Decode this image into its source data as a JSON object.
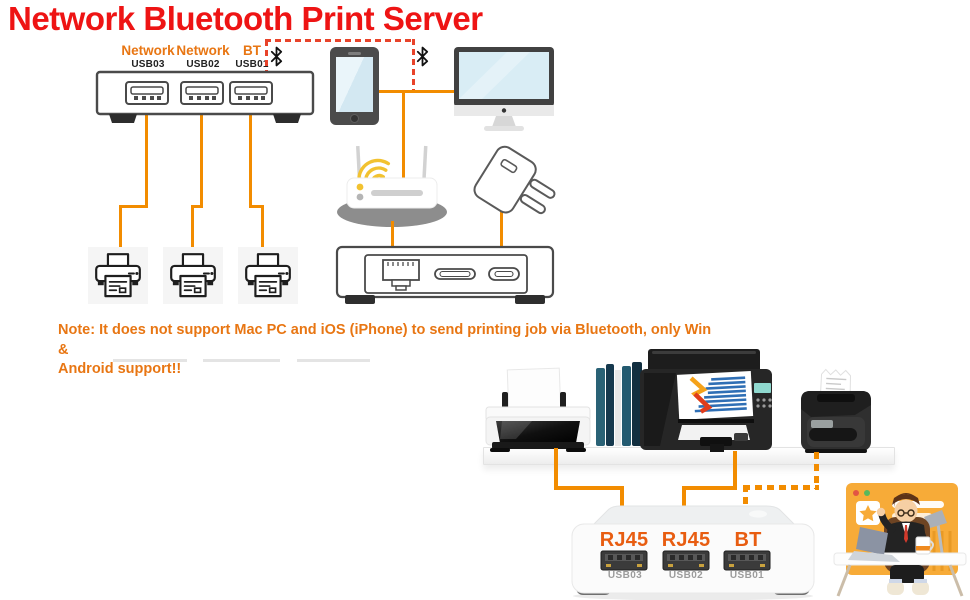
{
  "title": "Network Bluetooth Print Server",
  "colors": {
    "title_red": "#EE1414",
    "connector_orange": "#F28C00",
    "bluetooth_dashed_red": "#E8432A",
    "label_orange": "#E87613",
    "bottom_port_label_orange": "#E85D11",
    "usb_sublabel_gray": "#9C9C9C",
    "wifi_yellow": "#F2C230"
  },
  "top_device": {
    "ports": [
      {
        "type": "Network",
        "usb": "USB03"
      },
      {
        "type": "Network",
        "usb": "USB02"
      },
      {
        "type": "BT",
        "usb": "USB01"
      }
    ]
  },
  "note": {
    "line1": "Note: It does not support Mac PC and iOS (iPhone) to send printing job via Bluetooth, only Win &",
    "line2": "Android support!!"
  },
  "bottom_device": {
    "ports": [
      {
        "type": "RJ45",
        "usb": "USB03"
      },
      {
        "type": "RJ45",
        "usb": "USB02"
      },
      {
        "type": "BT",
        "usb": "USB01"
      }
    ]
  }
}
